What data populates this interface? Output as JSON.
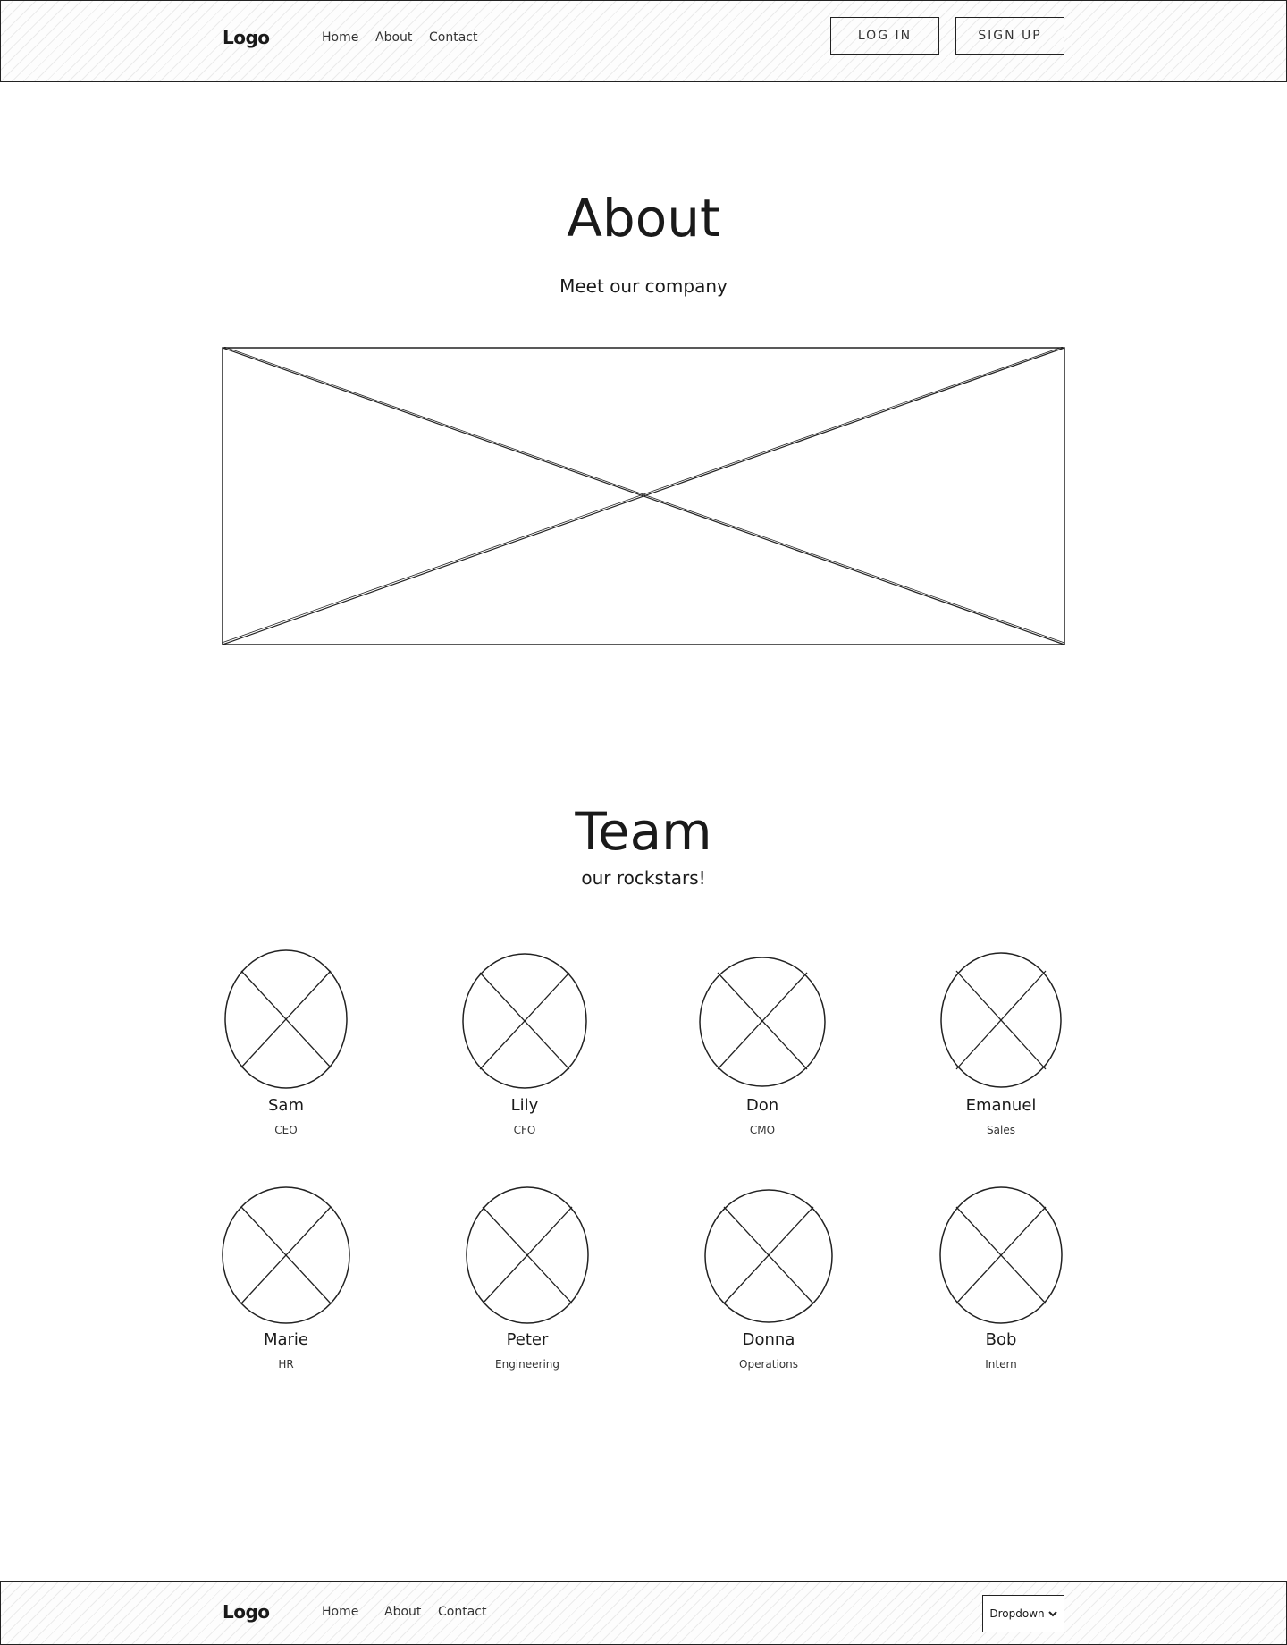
{
  "header": {
    "logo": "Logo",
    "nav": [
      "Home",
      "About",
      "Contact"
    ],
    "login_label": "LOG IN",
    "signup_label": "SIGN UP"
  },
  "about": {
    "title": "About",
    "subtitle": "Meet our company"
  },
  "team": {
    "title": "Team",
    "subtitle": "our rockstars!",
    "members": [
      {
        "name": "Sam",
        "role": "CEO"
      },
      {
        "name": "Lily",
        "role": "CFO"
      },
      {
        "name": "Don",
        "role": "CMO"
      },
      {
        "name": "Emanuel",
        "role": "Sales"
      },
      {
        "name": "Marie",
        "role": "HR"
      },
      {
        "name": "Peter",
        "role": "Engineering"
      },
      {
        "name": "Donna",
        "role": "Operations"
      },
      {
        "name": "Bob",
        "role": "Intern"
      }
    ]
  },
  "footer": {
    "logo": "Logo",
    "nav": [
      "Home",
      "About",
      "Contact"
    ],
    "dropdown_label": "Dropdown"
  }
}
